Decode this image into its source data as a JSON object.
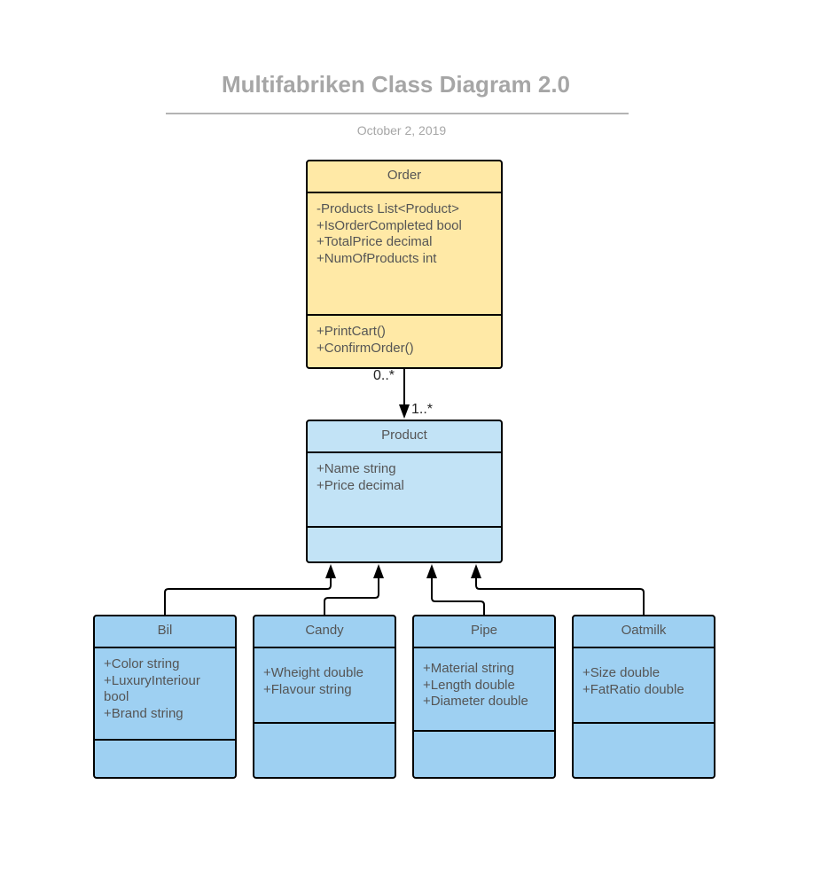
{
  "title": "Multifabriken Class Diagram 2.0",
  "date": "October 2, 2019",
  "colors": {
    "order_fill": "#ffe9a6",
    "product_fill": "#c2e3f6",
    "subclass_fill": "#9ed0f2",
    "title_gray": "#a6a6a6"
  },
  "classes": {
    "order": {
      "name": "Order",
      "attributes": [
        "-Products List<Product>",
        "+IsOrderCompleted bool",
        "+TotalPrice decimal",
        "+NumOfProducts int"
      ],
      "operations": [
        "+PrintCart()",
        "+ConfirmOrder()"
      ]
    },
    "product": {
      "name": "Product",
      "attributes": [
        "+Name string",
        "+Price decimal"
      ],
      "operations": []
    },
    "bil": {
      "name": "Bil",
      "attributes": [
        "+Color string",
        "+LuxuryInteriour bool",
        "+Brand string"
      ],
      "operations": []
    },
    "candy": {
      "name": "Candy",
      "attributes": [
        "+Wheight double",
        "+Flavour string"
      ],
      "operations": []
    },
    "pipe": {
      "name": "Pipe",
      "attributes": [
        "+Material string",
        "+Length double",
        "+Diameter double"
      ],
      "operations": []
    },
    "oatmilk": {
      "name": "Oatmilk",
      "attributes": [
        "+Size double",
        "+FatRatio double"
      ],
      "operations": []
    }
  },
  "association": {
    "source_multiplicity": "0..*",
    "target_multiplicity": "1..*"
  }
}
